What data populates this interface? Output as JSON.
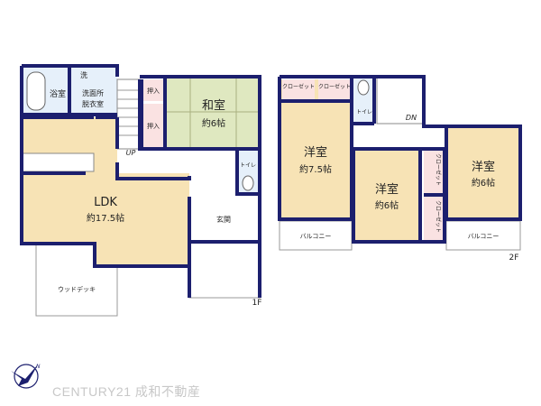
{
  "floor1": {
    "label": "1F",
    "rooms": {
      "bath": "浴室",
      "washer": "洗",
      "washroom_line1": "洗面所",
      "washroom_line2": "脱衣室",
      "closet_top": "押入",
      "closet_side": "押入",
      "washitsu": "和室",
      "washitsu_size": "約6帖",
      "stairs_up": "UP",
      "toilet": "トイレ",
      "ldk": "LDK",
      "ldk_size": "約17.5帖",
      "entrance": "玄関",
      "wood_deck": "ウッドデッキ"
    }
  },
  "floor2": {
    "label": "2F",
    "rooms": {
      "closet_a": "クローゼット",
      "closet_b": "クローゼット",
      "toilet": "トイレ",
      "stairs_down": "DN",
      "western_1": "洋室",
      "western_1_size": "約7.5帖",
      "western_2": "洋室",
      "western_2_size": "約6帖",
      "western_3": "洋室",
      "western_3_size": "約6帖",
      "closet_c": "クローゼット",
      "closet_d": "クローゼット",
      "balcony_left": "バルコニー",
      "balcony_right": "バルコニー"
    }
  },
  "brand": {
    "text": "CENTURY21 成和不動産",
    "logo_letter": "N"
  },
  "colors": {
    "wall": "#1c1f6e",
    "room": "#f7e3b5",
    "tatami": "#dfe8c0",
    "closet": "#fae2e2",
    "wet": "#e6f0fa"
  }
}
